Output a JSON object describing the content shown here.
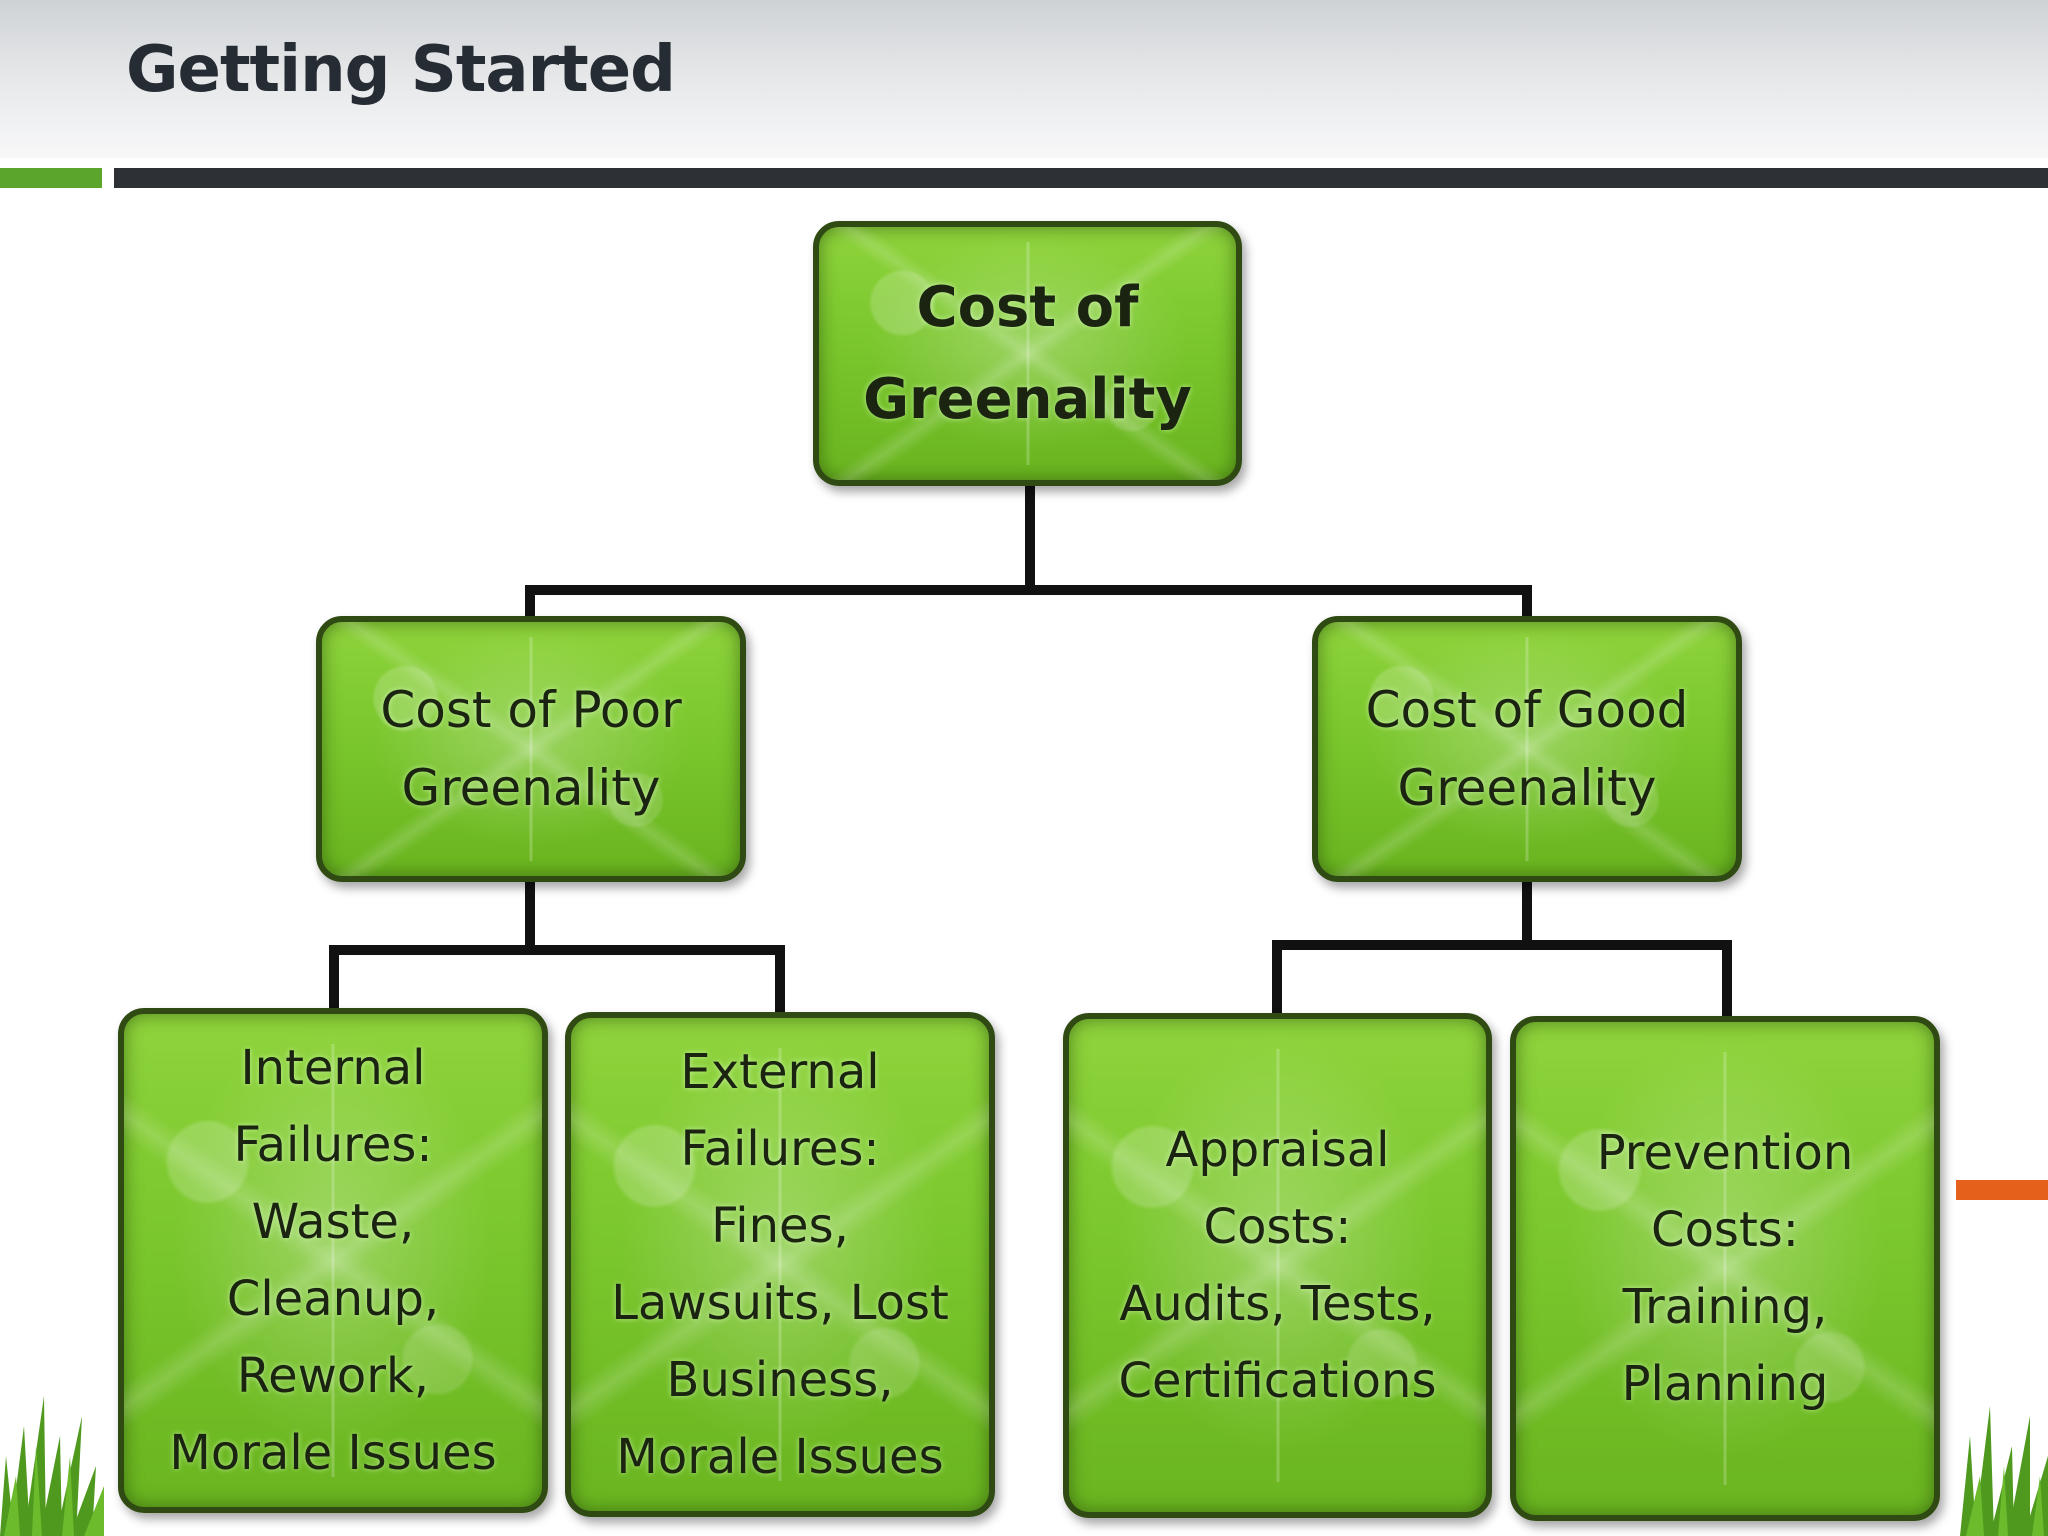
{
  "slide": {
    "title": "Getting Started"
  },
  "theme": {
    "node_green": "#7cc82e",
    "node_border": "#2f4a12",
    "accent_green": "#5ca52d",
    "accent_dark": "#2d3135",
    "accent_orange": "#e5601b"
  },
  "diagram": {
    "root": {
      "label": "Cost of\nGreenality"
    },
    "poor": {
      "label": "Cost of Poor\nGreenality"
    },
    "good": {
      "label": "Cost of Good\nGreenality"
    },
    "internal": {
      "label": "Internal\nFailures:\nWaste,\nCleanup,\nRework,\nMorale Issues"
    },
    "external": {
      "label": "External\nFailures:\nFines,\nLawsuits, Lost\nBusiness,\nMorale Issues"
    },
    "appraisal": {
      "label": "Appraisal\nCosts:\nAudits, Tests,\nCertifications"
    },
    "prevention": {
      "label": "Prevention\nCosts:\nTraining,\nPlanning"
    }
  }
}
